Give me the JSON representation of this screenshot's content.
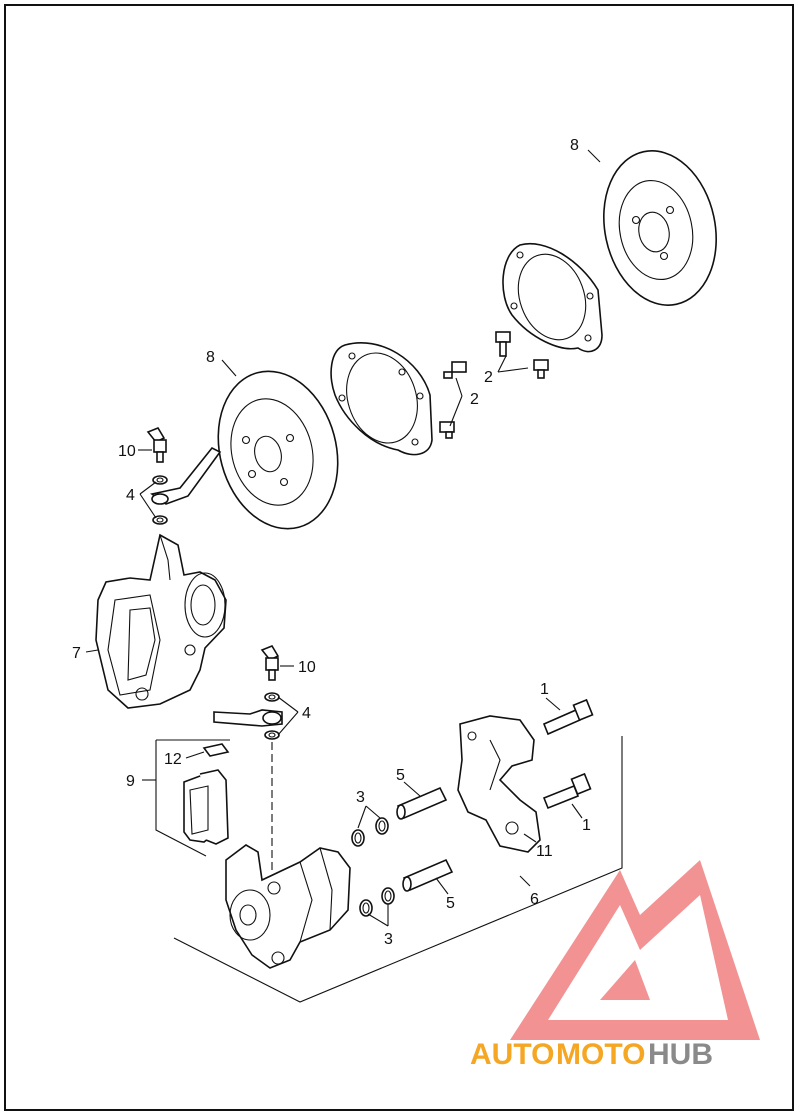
{
  "labels": {
    "l8_top": "8",
    "l8_mid": "8",
    "l2_a": "2",
    "l2_b": "2",
    "l10_top": "10",
    "l10_bot": "10",
    "l4_top": "4",
    "l4_bot": "4",
    "l7": "7",
    "l12": "12",
    "l9": "9",
    "l1_a": "1",
    "l1_b": "1",
    "l5_a": "5",
    "l5_b": "5",
    "l3_a": "3",
    "l3_b": "3",
    "l11": "11",
    "l6": "6"
  },
  "watermark": {
    "part1": "AUTO",
    "part2": "MOTO",
    "part3": "HUB"
  },
  "colors": {
    "line": "#111111",
    "logo_red": "#f08080",
    "logo_orange": "#f5a623",
    "logo_gray": "#8a8a8a"
  }
}
